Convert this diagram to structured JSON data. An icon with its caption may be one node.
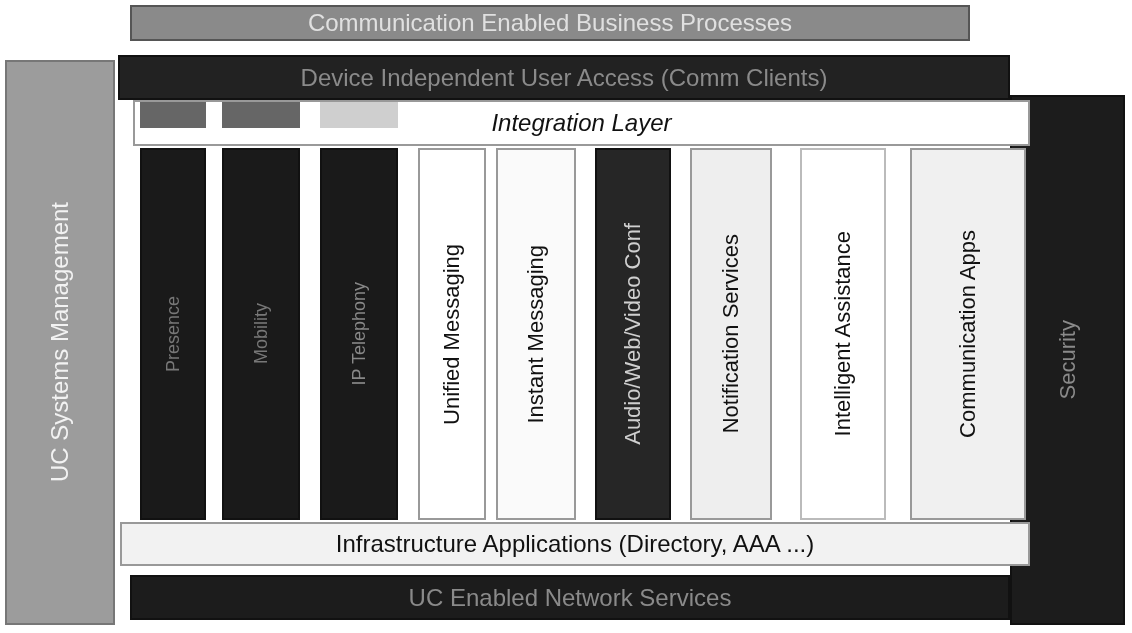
{
  "diagram": {
    "nodes": [
      {
        "text": [
          "Communication Enabled Business Processes"
        ]
      },
      {
        "text": [
          "UC Systems Management"
        ]
      },
      {
        "text": [
          "Device Independent User Access (Comm Clients)"
        ]
      },
      {
        "text": [
          "Security"
        ]
      },
      {
        "text": [
          "Integration Layer"
        ]
      },
      {
        "text": [
          "Presence"
        ]
      },
      {
        "text": [
          "Mobility"
        ]
      },
      {
        "text": [
          "IP Telephony"
        ]
      },
      {
        "text": [
          "Unified Messaging"
        ]
      },
      {
        "text": [
          "Instant Messaging"
        ]
      },
      {
        "text": [
          "Audio/Web/Video Conf"
        ]
      },
      {
        "text": [
          "Notification Services"
        ]
      },
      {
        "text": [
          "Intelligent Assistance"
        ]
      },
      {
        "text": [
          "Communication Apps"
        ]
      },
      {
        "text": [
          "Infrastructure Applications (Directory, AAA ...)"
        ]
      },
      {
        "text": [
          "UC Enabled Network Services"
        ]
      }
    ]
  }
}
